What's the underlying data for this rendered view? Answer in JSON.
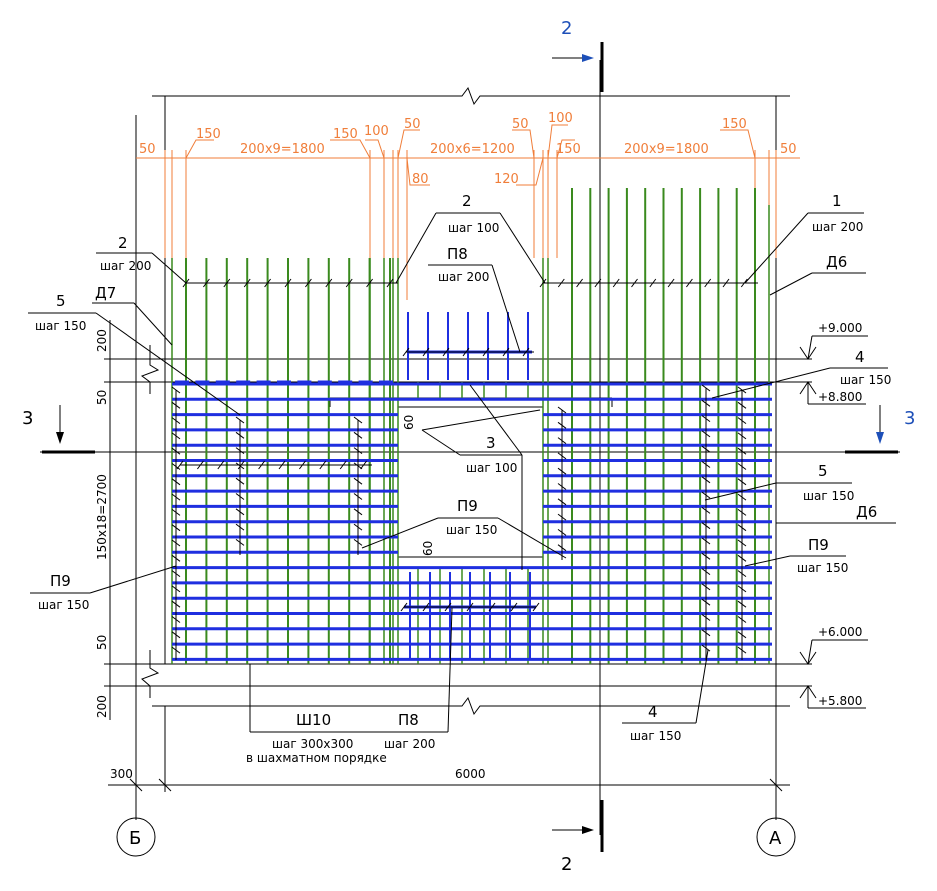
{
  "section_marks": {
    "top": "2",
    "bottom": "2",
    "left": "3",
    "right": "3"
  },
  "axes": {
    "left": "Б",
    "right": "А"
  },
  "top_dims": {
    "d50a": "50",
    "d150a": "150",
    "d200x9a": "200x9=1800",
    "d150b": "150",
    "d100a": "100",
    "d50b": "50",
    "d80": "80",
    "d200x6": "200x6=1200",
    "d50c": "50",
    "d120": "120",
    "d100b": "100",
    "d150c": "150",
    "d200x9b": "200x9=1800",
    "d150d": "150",
    "d50d": "50"
  },
  "left_dims": {
    "d200a": "200",
    "d50a": "50",
    "d2700": "150x18=2700",
    "d50b": "50",
    "d200b": "200"
  },
  "bottom_dims": {
    "d300": "300",
    "d6000": "6000"
  },
  "opening_dims": {
    "d60a": "60",
    "d60b": "60"
  },
  "levels": {
    "l9000": "+9.000",
    "l8800": "+8.800",
    "l6000": "+6.000",
    "l5800": "+5.800"
  },
  "callouts": {
    "c2_left": {
      "mark": "2",
      "step": "шаг 200"
    },
    "c5_left": {
      "mark": "5",
      "step": "шаг 150"
    },
    "c_d7": {
      "mark": "Д7"
    },
    "c2_center": {
      "mark": "2",
      "step": "шаг 100"
    },
    "c_p8_top": {
      "mark": "П8",
      "step": "шаг 200"
    },
    "c1_right": {
      "mark": "1",
      "step": "шаг 200"
    },
    "c_d6_top": {
      "mark": "Д6"
    },
    "c4_right": {
      "mark": "4",
      "step": "шаг 150"
    },
    "c3_center": {
      "mark": "3",
      "step": "шаг 100"
    },
    "c5_right": {
      "mark": "5",
      "step": "шаг 150"
    },
    "c_p9_center": {
      "mark": "П9",
      "step": "шаг 150"
    },
    "c_d6_mid": {
      "mark": "Д6"
    },
    "c_p9_right": {
      "mark": "П9",
      "step": "шаг 150"
    },
    "c_p9_left": {
      "mark": "П9",
      "step": "шаг 150"
    },
    "c_sh10": {
      "mark": "Ш10",
      "step": "шаг 300x300",
      "note": "в шахматном порядке"
    },
    "c_p8_bottom": {
      "mark": "П8",
      "step": "шаг 200"
    },
    "c4_bottom": {
      "mark": "4",
      "step": "шаг 150"
    }
  },
  "colors": {
    "orange_dims": "#f07e3a",
    "green_bars": "#3a8a1e",
    "blue_bars": "#1f2fe0",
    "section_blue": "#1d4fb8"
  }
}
